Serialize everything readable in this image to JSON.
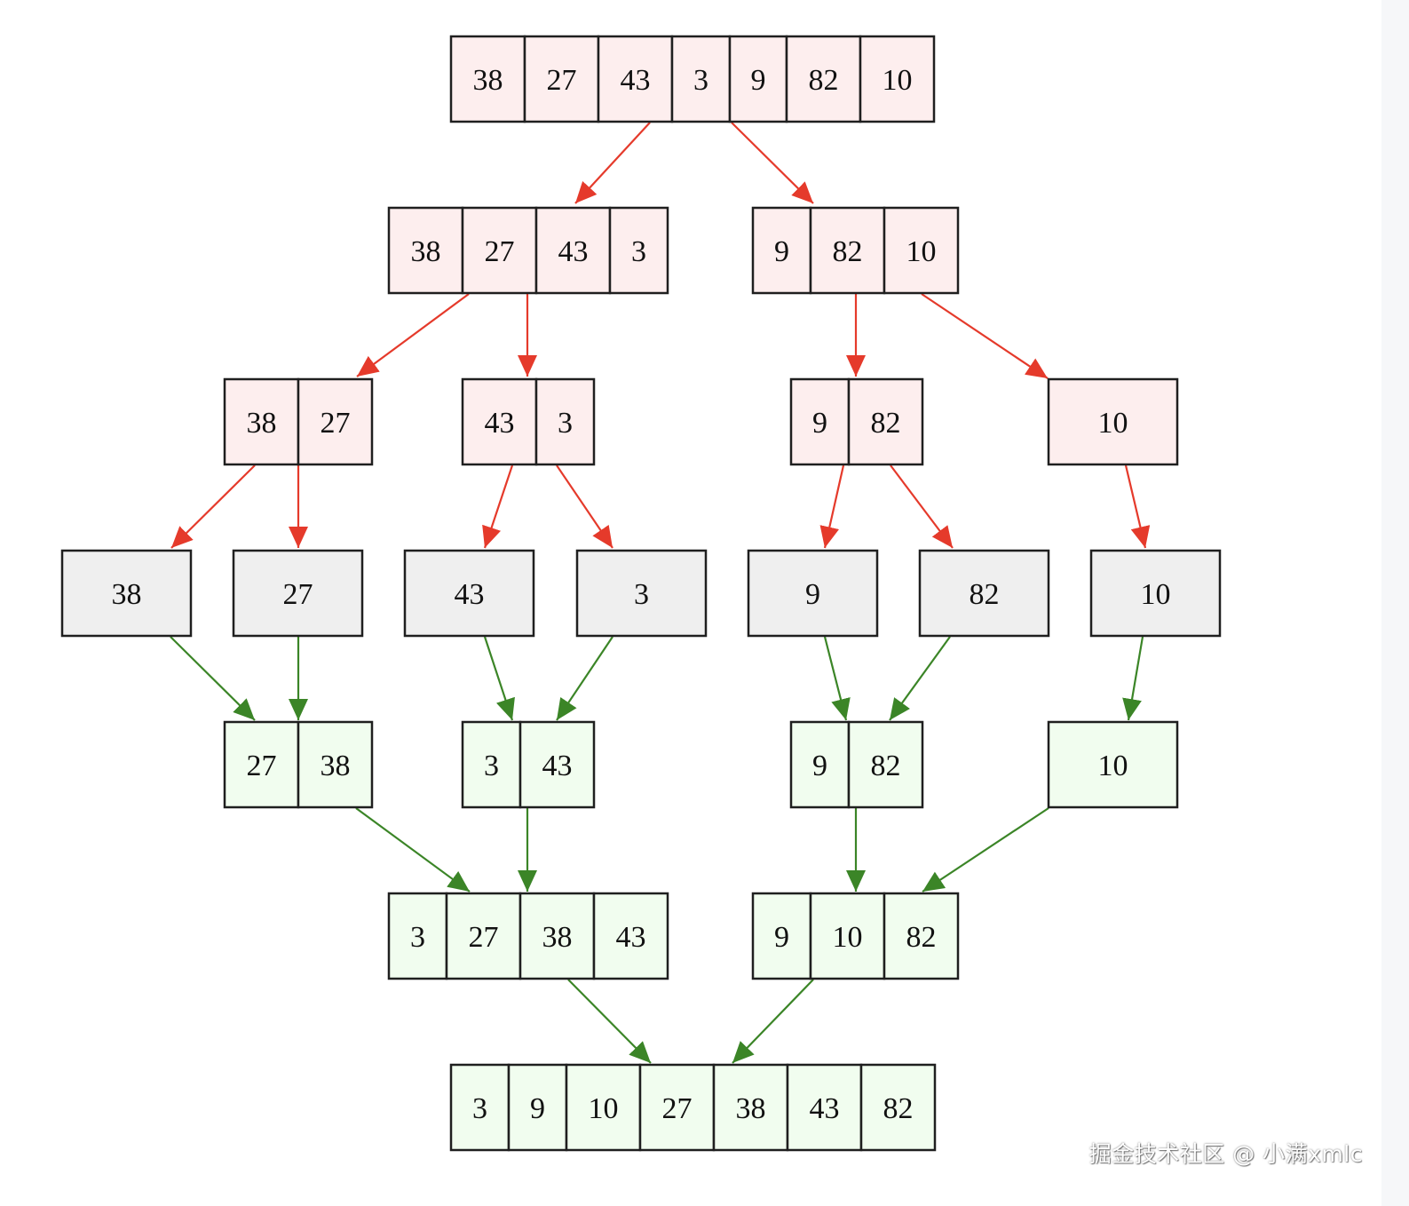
{
  "colors": {
    "split_fill": "#fdeeee",
    "leaf_fill": "#efefef",
    "merge_fill": "#f1fdef",
    "split_arrow": "#e53a2b",
    "merge_arrow": "#3b8527",
    "border": "#1f1f1f"
  },
  "watermark": "掘金技术社区 @ 小满xmlc",
  "nodes": [
    {
      "id": "s0",
      "kind": "split",
      "values": [
        "38",
        "27",
        "43",
        "3",
        "9",
        "82",
        "10"
      ]
    },
    {
      "id": "s1a",
      "kind": "split",
      "values": [
        "38",
        "27",
        "43",
        "3"
      ]
    },
    {
      "id": "s1b",
      "kind": "split",
      "values": [
        "9",
        "82",
        "10"
      ]
    },
    {
      "id": "s2a",
      "kind": "split",
      "values": [
        "38",
        "27"
      ]
    },
    {
      "id": "s2b",
      "kind": "split",
      "values": [
        "43",
        "3"
      ]
    },
    {
      "id": "s2c",
      "kind": "split",
      "values": [
        "9",
        "82"
      ]
    },
    {
      "id": "s2d",
      "kind": "split",
      "values": [
        "10"
      ]
    },
    {
      "id": "l1",
      "kind": "leaf",
      "values": [
        "38"
      ]
    },
    {
      "id": "l2",
      "kind": "leaf",
      "values": [
        "27"
      ]
    },
    {
      "id": "l3",
      "kind": "leaf",
      "values": [
        "43"
      ]
    },
    {
      "id": "l4",
      "kind": "leaf",
      "values": [
        "3"
      ]
    },
    {
      "id": "l5",
      "kind": "leaf",
      "values": [
        "9"
      ]
    },
    {
      "id": "l6",
      "kind": "leaf",
      "values": [
        "82"
      ]
    },
    {
      "id": "l7",
      "kind": "leaf",
      "values": [
        "10"
      ]
    },
    {
      "id": "m1a",
      "kind": "merge",
      "values": [
        "27",
        "38"
      ]
    },
    {
      "id": "m1b",
      "kind": "merge",
      "values": [
        "3",
        "43"
      ]
    },
    {
      "id": "m1c",
      "kind": "merge",
      "values": [
        "9",
        "82"
      ]
    },
    {
      "id": "m1d",
      "kind": "merge",
      "values": [
        "10"
      ]
    },
    {
      "id": "m2a",
      "kind": "merge",
      "values": [
        "3",
        "27",
        "38",
        "43"
      ]
    },
    {
      "id": "m2b",
      "kind": "merge",
      "values": [
        "9",
        "10",
        "82"
      ]
    },
    {
      "id": "m3",
      "kind": "merge",
      "values": [
        "3",
        "9",
        "10",
        "27",
        "38",
        "43",
        "82"
      ]
    }
  ],
  "edges": [
    {
      "from": "s0",
      "to": "s1a",
      "kind": "split"
    },
    {
      "from": "s0",
      "to": "s1b",
      "kind": "split"
    },
    {
      "from": "s1a",
      "to": "s2a",
      "kind": "split"
    },
    {
      "from": "s1a",
      "to": "s2b",
      "kind": "split"
    },
    {
      "from": "s1b",
      "to": "s2c",
      "kind": "split"
    },
    {
      "from": "s1b",
      "to": "s2d",
      "kind": "split"
    },
    {
      "from": "s2a",
      "to": "l1",
      "kind": "split"
    },
    {
      "from": "s2a",
      "to": "l2",
      "kind": "split"
    },
    {
      "from": "s2b",
      "to": "l3",
      "kind": "split"
    },
    {
      "from": "s2b",
      "to": "l4",
      "kind": "split"
    },
    {
      "from": "s2c",
      "to": "l5",
      "kind": "split"
    },
    {
      "from": "s2c",
      "to": "l6",
      "kind": "split"
    },
    {
      "from": "s2d",
      "to": "l7",
      "kind": "split"
    },
    {
      "from": "l1",
      "to": "m1a",
      "kind": "merge"
    },
    {
      "from": "l2",
      "to": "m1a",
      "kind": "merge"
    },
    {
      "from": "l3",
      "to": "m1b",
      "kind": "merge"
    },
    {
      "from": "l4",
      "to": "m1b",
      "kind": "merge"
    },
    {
      "from": "l5",
      "to": "m1c",
      "kind": "merge"
    },
    {
      "from": "l6",
      "to": "m1c",
      "kind": "merge"
    },
    {
      "from": "l7",
      "to": "m1d",
      "kind": "merge"
    },
    {
      "from": "m1a",
      "to": "m2a",
      "kind": "merge"
    },
    {
      "from": "m1b",
      "to": "m2a",
      "kind": "merge"
    },
    {
      "from": "m1c",
      "to": "m2b",
      "kind": "merge"
    },
    {
      "from": "m1d",
      "to": "m2b",
      "kind": "merge"
    },
    {
      "from": "m2a",
      "to": "m3",
      "kind": "merge"
    },
    {
      "from": "m2b",
      "to": "m3",
      "kind": "merge"
    }
  ]
}
